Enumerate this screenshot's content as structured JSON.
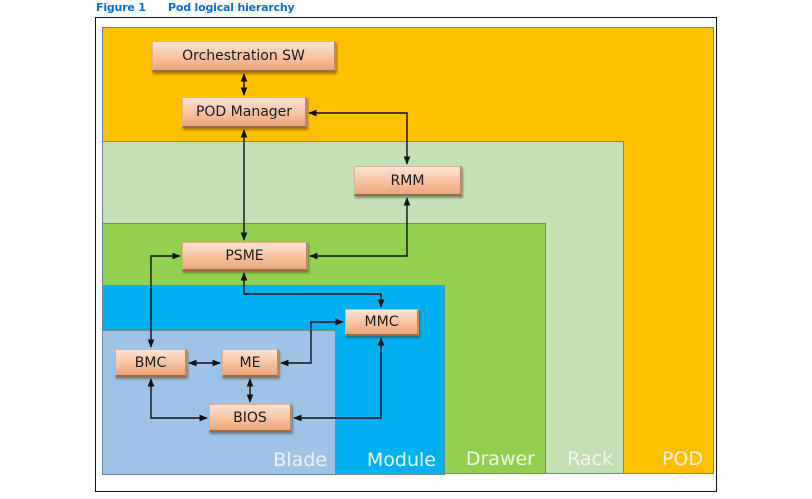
{
  "caption": {
    "figure_number": "Figure 1",
    "title": "Pod logical hierarchy"
  },
  "colors": {
    "caption": "#0a6fc2",
    "pod": "#ffc000",
    "rack": "#c5e0b4",
    "drawer": "#92d050",
    "module": "#00b0f0",
    "blade": "#9dc3e6",
    "node_fill": "#f7c29f",
    "connector": "#111111"
  },
  "regions": [
    {
      "id": "pod",
      "label": "POD"
    },
    {
      "id": "rack",
      "label": "Rack"
    },
    {
      "id": "drawer",
      "label": "Drawer"
    },
    {
      "id": "module",
      "label": "Module"
    },
    {
      "id": "blade",
      "label": "Blade"
    }
  ],
  "nodes": {
    "orchestration_sw": {
      "label": "Orchestration SW",
      "region": "pod"
    },
    "pod_manager": {
      "label": "POD Manager",
      "region": "pod"
    },
    "rmm": {
      "label": "RMM",
      "region": "rack"
    },
    "psme": {
      "label": "PSME",
      "region": "drawer"
    },
    "mmc": {
      "label": "MMC",
      "region": "module"
    },
    "bmc": {
      "label": "BMC",
      "region": "blade"
    },
    "me": {
      "label": "ME",
      "region": "blade"
    },
    "bios": {
      "label": "BIOS",
      "region": "blade"
    }
  },
  "connections": [
    {
      "from": "Orchestration SW",
      "to": "POD Manager",
      "bidirectional": true
    },
    {
      "from": "POD Manager",
      "to": "RMM",
      "bidirectional": true
    },
    {
      "from": "POD Manager",
      "to": "PSME",
      "bidirectional": true
    },
    {
      "from": "RMM",
      "to": "PSME",
      "bidirectional": true
    },
    {
      "from": "PSME",
      "to": "MMC",
      "bidirectional": true
    },
    {
      "from": "PSME",
      "to": "BMC",
      "bidirectional": true
    },
    {
      "from": "MMC",
      "to": "ME",
      "bidirectional": true
    },
    {
      "from": "MMC",
      "to": "BIOS",
      "bidirectional": true
    },
    {
      "from": "BMC",
      "to": "ME",
      "bidirectional": true
    },
    {
      "from": "BMC",
      "to": "BIOS",
      "bidirectional": true
    },
    {
      "from": "ME",
      "to": "BIOS",
      "bidirectional": true
    }
  ]
}
